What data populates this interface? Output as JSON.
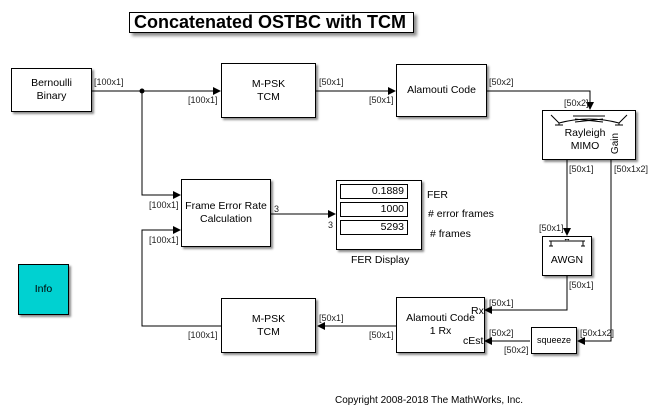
{
  "title": "Concatenated OSTBC with TCM",
  "blocks": {
    "bernoulli": "Bernoulli\nBinary",
    "mpsk_tx": "M-PSK\nTCM",
    "alamouti_tx": "Alamouti Code",
    "rayleigh": "Rayleigh\nMIMO",
    "rayleigh_gain_port": "Gain",
    "fer_calc": "Frame Error Rate\nCalculation",
    "fer_display_label": "FER Display",
    "awgn": "AWGN",
    "alamouti_rx": "Alamouti Code\n1 Rx",
    "alamouti_rx_port_rx": "Rx",
    "alamouti_rx_port_cest": "cEst",
    "squeeze": "squeeze",
    "mpsk_rx": "M-PSK\nTCM",
    "info": "Info"
  },
  "fer_display": {
    "values": [
      "0.1889",
      "1000",
      "5293"
    ],
    "labels": [
      "FER",
      "# error frames",
      "# frames"
    ]
  },
  "signal_labels": {
    "bern_out": "[100x1]",
    "mpsk_tx_in": "[100x1]",
    "mpsk_tx_out": "[50x1]",
    "alamouti_tx_in": "[50x1]",
    "alamouti_tx_out": "[50x2]",
    "rayleigh_in": "[50x2]",
    "rayleigh_out1": "[50x1]",
    "rayleigh_out2": "[50x1x2]",
    "fer_in1": "[100x1]",
    "fer_in2": "[100x1]",
    "fer_out": "3",
    "disp_in": "3",
    "awgn_in": "[50x1]",
    "awgn_out": "[50x1]",
    "rx_in": "[50x1]",
    "cest_in": "[50x2]",
    "squeeze_out": "[50x2]",
    "squeeze_in": "[50x1x2]",
    "alamouti_rx_out": "[50x1]",
    "mpsk_rx_in": "[50x1]",
    "mpsk_rx_out": "[100x1]"
  },
  "copyright": "Copyright 2008-2018 The MathWorks, Inc.",
  "colors": {
    "info_block": "#00d1d1"
  }
}
